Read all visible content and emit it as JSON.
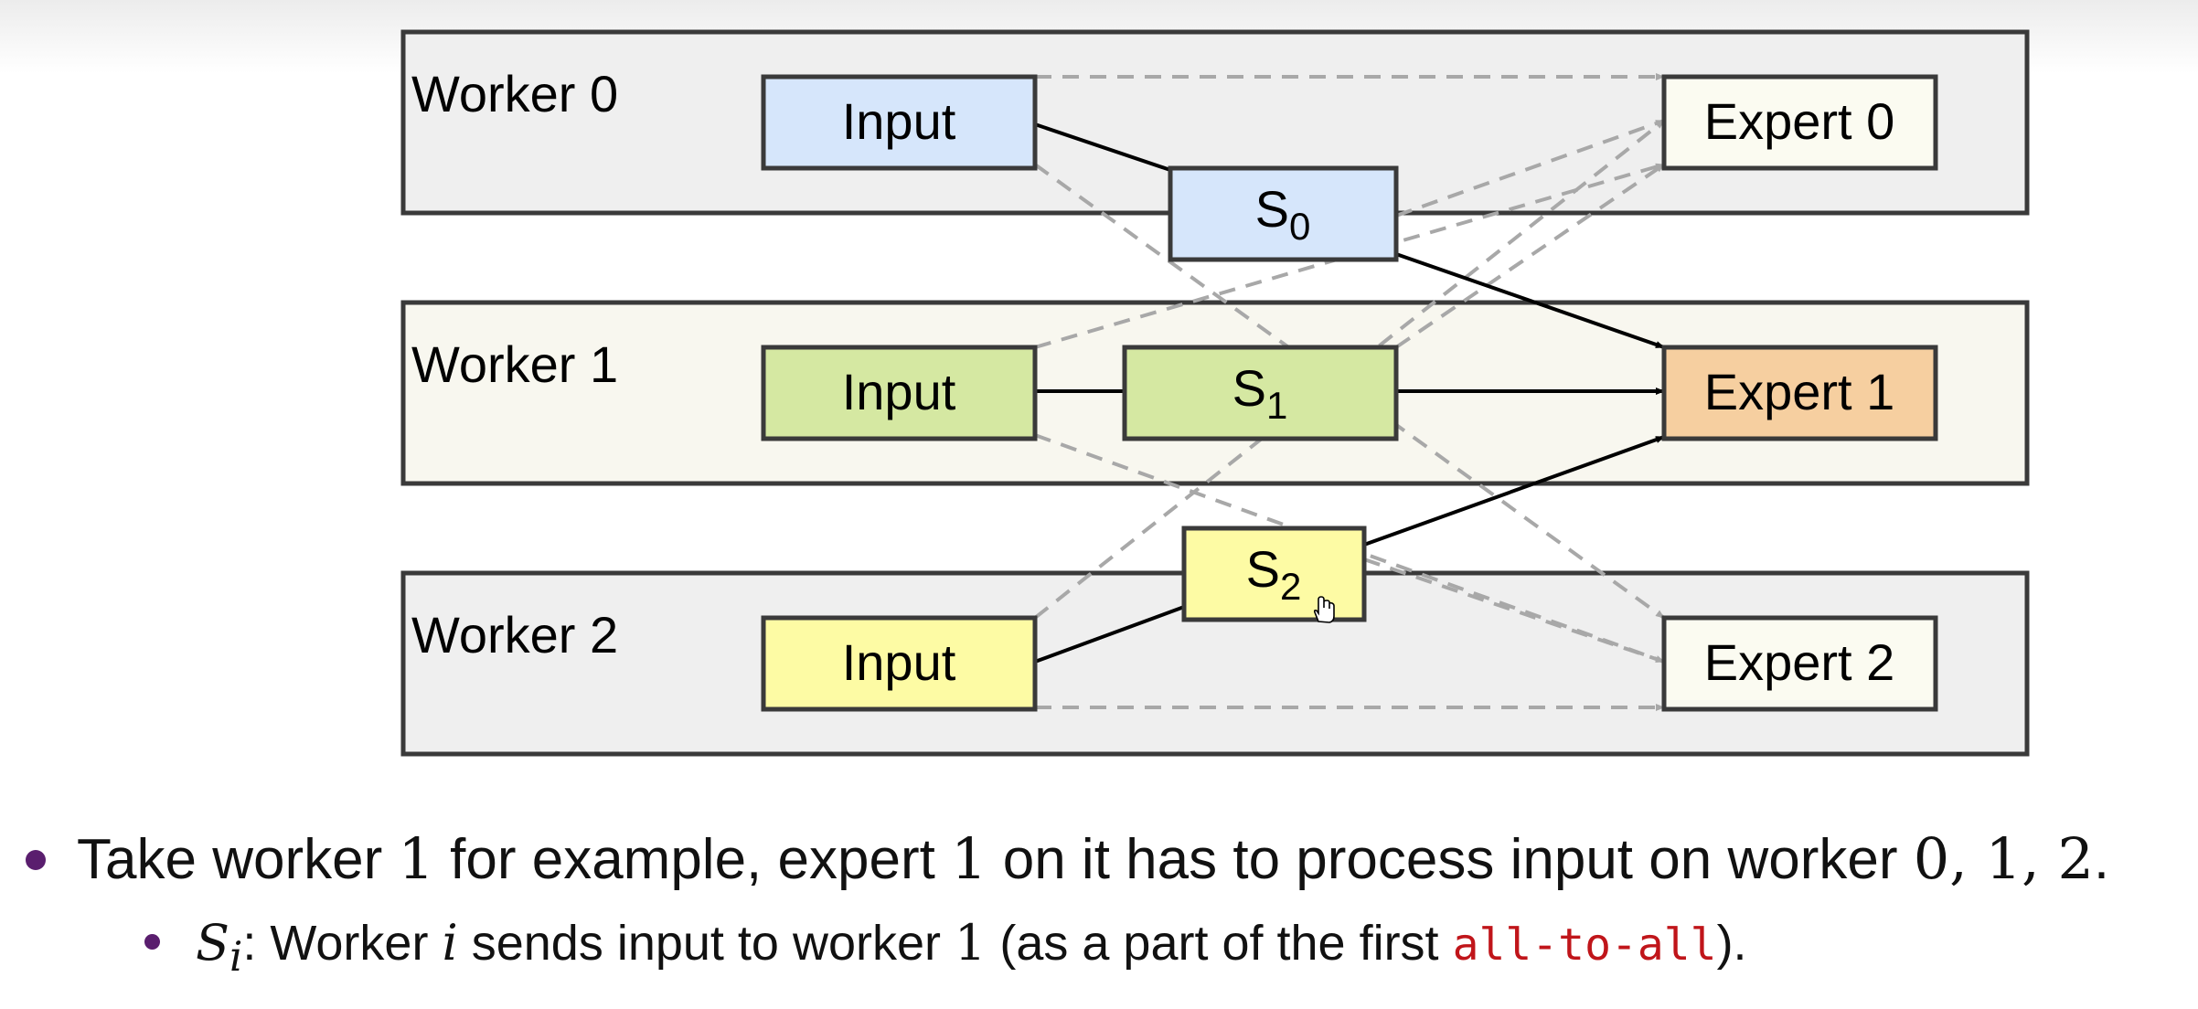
{
  "diagram": {
    "workers": [
      {
        "label": "Worker 0",
        "input_label": "Input",
        "shard": "S",
        "shard_sub": "0",
        "expert_label": "Expert 0"
      },
      {
        "label": "Worker 1",
        "input_label": "Input",
        "shard": "S",
        "shard_sub": "1",
        "expert_label": "Expert 1"
      },
      {
        "label": "Worker 2",
        "input_label": "Input",
        "shard": "S",
        "shard_sub": "2",
        "expert_label": "Expert 2"
      }
    ]
  },
  "colors": {
    "worker_bg_gray": "#efefef",
    "worker_bg_cream": "#f8f7ef",
    "input_0": "#d6e6fb",
    "input_1": "#d5e8a2",
    "input_2": "#fdfba4",
    "expert_default": "#fbfbf1",
    "expert_highlight": "#f6cfa0",
    "solid_arrow": "#000000",
    "dashed_arrow": "#a8a8a8",
    "bullet_dot": "#5a1e6e",
    "code_text": "#c0151a"
  },
  "bullets": {
    "b1_prefix": "Take worker ",
    "b1_num1": "1",
    "b1_mid1": " for example, expert ",
    "b1_num2": "1",
    "b1_mid2": " on it has to process input on worker ",
    "b1_nums": "0, 1, 2",
    "b1_end": ".",
    "b2_sym": "S",
    "b2_sym_sub": "i",
    "b2_colon": ": Worker ",
    "b2_var": "i",
    "b2_mid": " sends input to worker ",
    "b2_num": "1",
    "b2_paren": " (as a part of the first ",
    "b2_code": "all-to-all",
    "b2_end": ")."
  }
}
